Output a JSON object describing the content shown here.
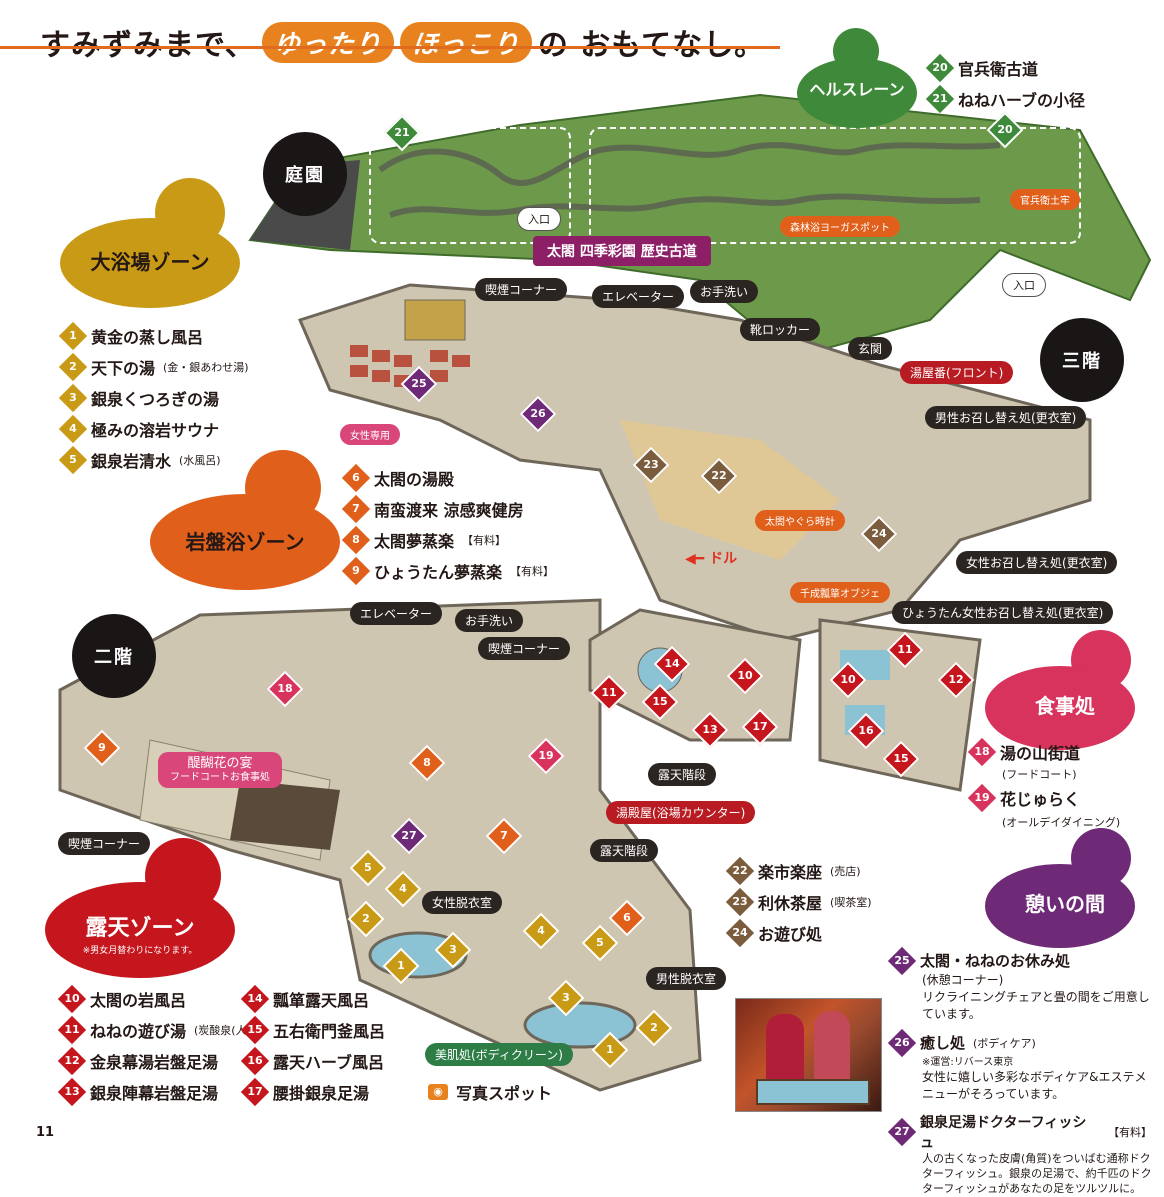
{
  "title": {
    "part1": "すみずみまで、",
    "pill1": "ゆったり",
    "pill2": "ほっこり",
    "part2": "の おもてなし。"
  },
  "page_number": "11",
  "floors": {
    "garden": "庭園",
    "third": "三階",
    "second": "二階"
  },
  "zones": {
    "health_lane": {
      "name": "ヘルスレーン",
      "color": "#3f8a3a",
      "items": [
        {
          "n": "20",
          "label": "官兵衛古道"
        },
        {
          "n": "21",
          "label": "ねねハーブの小径"
        }
      ]
    },
    "bath": {
      "name": "大浴場ゾーン",
      "color": "#c99a15",
      "items": [
        {
          "n": "1",
          "label": "黄金の蒸し風呂",
          "note": ""
        },
        {
          "n": "2",
          "label": "天下の湯",
          "note": "(金・銀あわせ湯)"
        },
        {
          "n": "3",
          "label": "銀泉くつろぎの湯",
          "note": ""
        },
        {
          "n": "4",
          "label": "極みの溶岩サウナ",
          "note": ""
        },
        {
          "n": "5",
          "label": "銀泉岩清水",
          "note": "(水風呂)"
        }
      ]
    },
    "bedrock": {
      "name": "岩盤浴ゾーン",
      "color": "#e0601b",
      "items": [
        {
          "n": "6",
          "label": "太閤の湯殿",
          "note": ""
        },
        {
          "n": "7",
          "label": "南蛮渡来 涼感爽健房",
          "note": ""
        },
        {
          "n": "8",
          "label": "太閤夢蒸楽",
          "note": "【有料】"
        },
        {
          "n": "9",
          "label": "ひょうたん夢蒸楽",
          "note": "【有料】"
        }
      ]
    },
    "outdoor": {
      "name": "露天ゾーン",
      "note": "※男女月替わりになります。",
      "color": "#c5161d",
      "items": [
        {
          "n": "10",
          "label": "太閤の岩風呂",
          "note": ""
        },
        {
          "n": "11",
          "label": "ねねの遊び湯",
          "note": "(炭酸泉(人工))"
        },
        {
          "n": "12",
          "label": "金泉幕湯岩盤足湯",
          "note": ""
        },
        {
          "n": "13",
          "label": "銀泉陣幕岩盤足湯",
          "note": ""
        },
        {
          "n": "14",
          "label": "瓢箪露天風呂",
          "note": ""
        },
        {
          "n": "15",
          "label": "五右衛門釜風呂",
          "note": ""
        },
        {
          "n": "16",
          "label": "露天ハーブ風呂",
          "note": ""
        },
        {
          "n": "17",
          "label": "腰掛銀泉足湯",
          "note": ""
        }
      ]
    },
    "dining": {
      "name": "食事処",
      "color": "#d7335c",
      "items": [
        {
          "n": "18",
          "label": "湯の山街道",
          "note": "(フードコート)"
        },
        {
          "n": "19",
          "label": "花じゅらく",
          "note": "(オールデイダイニング)"
        }
      ]
    },
    "shops": {
      "items": [
        {
          "n": "22",
          "label": "楽市楽座",
          "note": "(売店)"
        },
        {
          "n": "23",
          "label": "利休茶屋",
          "note": "(喫茶室)"
        },
        {
          "n": "24",
          "label": "お遊び処",
          "note": ""
        }
      ]
    },
    "relax": {
      "name": "憩いの間",
      "color": "#6e2a77",
      "items": [
        {
          "n": "25",
          "label": "太閤・ねねのお休み処",
          "note": "(休憩コーナー)",
          "desc": "リクライニングチェアと畳の間をご用意しています。"
        },
        {
          "n": "26",
          "label": "癒し処",
          "note": "(ボディケア)",
          "desc": "※運営:リバース東京",
          "desc2": "女性に嬉しい多彩なボディケア&エステメニューがそろっています。"
        },
        {
          "n": "27",
          "label": "銀泉足湯ドクターフィッシュ",
          "note": "【有料】",
          "desc": "人の古くなった皮膚(角質)をついばむ通称ドクターフィッシュ。銀泉の足湯で、約千匹のドクターフィッシュがあなたの足をツルツルに。"
        }
      ]
    }
  },
  "photo_spot": "写真スポット",
  "map_labels": {
    "garden_title": "太閤 四季彩園 歴史古道",
    "entrance1": "入口",
    "entrance2": "入口",
    "yoga": "森林浴ヨーガスポット",
    "kanbee": "官兵衛土牢",
    "smoking3": "喫煙コーナー",
    "elevator3": "エレベーター",
    "toilet3": "お手洗い",
    "shoe": "靴ロッカー",
    "genkan": "玄関",
    "front": "湯屋番(フロント)",
    "men_change3": "男性お召し替え処(更衣室)",
    "women_change3": "女性お召し替え処(更衣室)",
    "hyotan_change": "ひょうたん女性お召し替え処(更衣室)",
    "women_only": "女性専用",
    "clock": "太閤やぐら時計",
    "down": "ドル",
    "object": "千成瓢箪オブジェ",
    "elevator2": "エレベーター",
    "toilet2": "お手洗い",
    "smoking2a": "喫煙コーナー",
    "smoking2b": "喫煙コーナー",
    "foodcourt": "醍醐花の宴",
    "foodcourt_sub": "フードコートお食事処",
    "outdoor_stairs1": "露天階段",
    "outdoor_stairs2": "露天階段",
    "counter": "湯殿屋(浴場カウンター)",
    "women_dress": "女性脱衣室",
    "men_dress": "男性脱衣室",
    "beauty": "美肌処(ボディクリーン)"
  }
}
